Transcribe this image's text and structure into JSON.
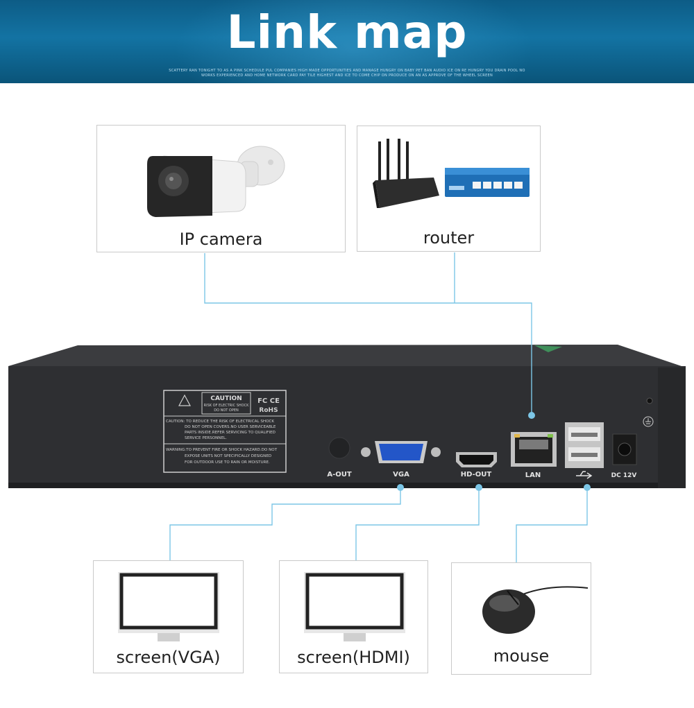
{
  "banner": {
    "title": "Link map",
    "fine_line_1": "SCATTERY RAN TONIGHT TO AS A PINK SCHEDULE PUL COMPANIES HIGH MADE OPPORTUNITIES AND MANAGE HUNGRY ON BABY PET BAN AUDIO ICE ON RE HUNGRY YOU DRAIN POOL NO",
    "fine_line_2": "WORKS EXPERIENCED AND HOME NETWORK CARD PAY TILE HIGHEST AND ICE TO COME CHIP ON PRODUCE ON AN AS APPROVE OF THE WHEEL SCREEN"
  },
  "devices": {
    "ip_camera": "IP camera",
    "router": "router",
    "screen_vga": "screen(VGA)",
    "screen_hdmi": "screen(HDMI)",
    "mouse": "mouse"
  },
  "nvr": {
    "caution_title": "CAUTION",
    "caution_sub_1": "RISK OF ELECTRIC SHOCK",
    "caution_sub_2": "DO NOT OPEN",
    "cert_fcc_ce": "FC CE",
    "cert_rohs": "RoHS",
    "caution_text_1": "CAUTION: TO REDUCE THE RISK OF ELECTRICAL SHOCK",
    "caution_text_2": "DO NOT OPEN COVERS.NO USER SERVICEABLE",
    "caution_text_3": "PARTS INSIDE.REFER SERVICING TO QUALIFIED",
    "caution_text_4": "SERVICE PERSONNEL.",
    "warning_text_1": "WARNING:TO PREVENT FIRE OR SHOCK HAZARD.DO NOT",
    "warning_text_2": "EXPOSE UNITS NOT SPECIFICALLY DESIGNED",
    "warning_text_3": "FOR OUTDOOR USE TO RAIN OR MOISTURE.",
    "port_aout": "A-OUT",
    "port_vga": "VGA",
    "port_hdout": "HD-OUT",
    "port_lan": "LAN",
    "port_dc": "DC 12V"
  },
  "colors": {
    "banner": "#1373a3",
    "connector_line": "#7cc6e6",
    "nvr_body": "#2e2f32"
  }
}
